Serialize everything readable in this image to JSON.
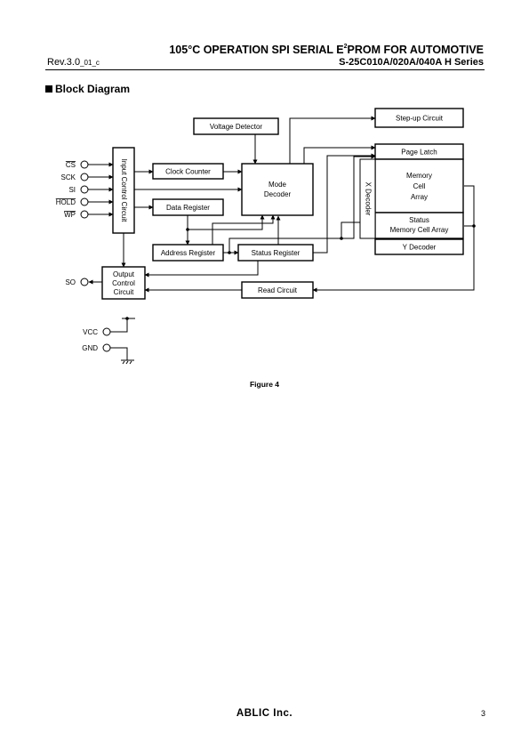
{
  "header": {
    "title_pre": "105°C OPERATION SPI SERIAL E",
    "title_sup": "2",
    "title_post": "PROM FOR AUTOMOTIVE",
    "revision_main": "Rev.3.0",
    "revision_sub": "_01_c",
    "series": "S-25C010A/020A/040A H Series"
  },
  "section": {
    "title": "Block Diagram"
  },
  "diagram": {
    "pins": {
      "cs": "CS",
      "sck": "SCK",
      "si": "SI",
      "hold": "HOLD",
      "wp": "WP",
      "so": "SO",
      "vcc": "VCC",
      "gnd": "GND"
    },
    "blocks": {
      "voltage_detector": "Voltage Detector",
      "stepup_circuit": "Step-up Circuit",
      "page_latch": "Page Latch",
      "memory_l1": "Memory",
      "memory_l2": "Cell",
      "memory_l3": "Array",
      "status_l1": "Status",
      "status_l2": "Memory Cell Array",
      "y_decoder": "Y Decoder",
      "x_decoder": "X Decoder",
      "input_control": "Input Control Circuit",
      "clock_counter": "Clock Counter",
      "data_register": "Data Register",
      "mode_l1": "Mode",
      "mode_l2": "Decoder",
      "address_register": "Address Register",
      "status_register": "Status Register",
      "output_l1": "Output",
      "output_l2": "Control",
      "output_l3": "Circuit",
      "read_circuit": "Read Circuit"
    }
  },
  "caption": "Figure 4",
  "footer": {
    "brand": "ABLIC Inc.",
    "page": "3"
  }
}
